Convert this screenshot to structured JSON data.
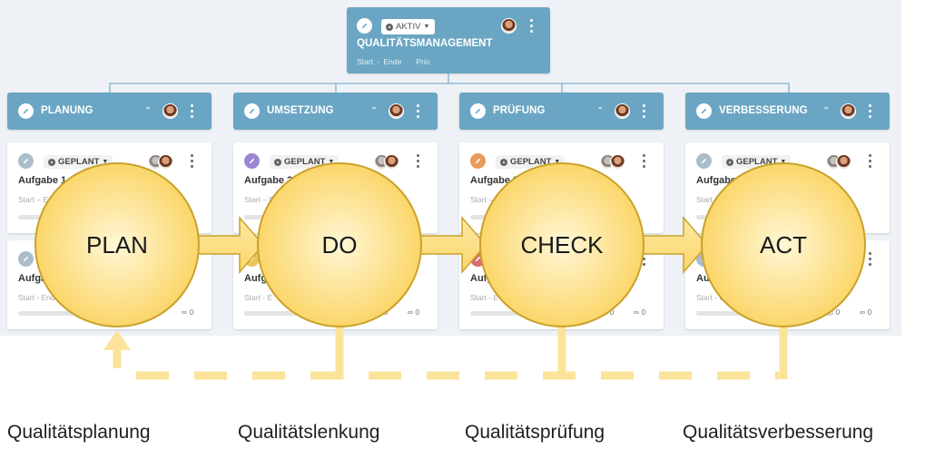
{
  "root": {
    "status": "AKTIV",
    "title": "QUALITÄTSMANAGEMENT",
    "meta_start": "Start - Ende",
    "meta_prio": "Prio"
  },
  "columns": [
    {
      "title": "PLANUNG",
      "card1": {
        "status": "GEPLANT",
        "title": "Aufgabe 1",
        "meta": "Start – E",
        "pencil_color": "#aabdcb"
      },
      "card2": {
        "title": "Aufga",
        "meta": "Start - Ende",
        "comments": "0",
        "links": "0",
        "pencil_color": "#aabdcb"
      }
    },
    {
      "title": "UMSETZUNG",
      "card1": {
        "status": "GEPLANT",
        "title": "Aufgabe 2",
        "meta": "Start – E",
        "pencil_color": "#9c86d4"
      },
      "card2": {
        "title": "Aufga",
        "meta": "Start - E",
        "comments": "0",
        "links": "0",
        "pencil_color": "#e7c55d"
      }
    },
    {
      "title": "PRÜFUNG",
      "card1": {
        "status": "GEPLANT",
        "title": "Aufgabe 3",
        "meta": "Start – E",
        "pencil_color": "#e99b5c"
      },
      "card2": {
        "title": "Aufga",
        "meta": "Start - E",
        "comments": "0",
        "links": "0",
        "pencil_color": "#d86b6b"
      }
    },
    {
      "title": "VERBESSERUNG",
      "card1": {
        "status": "GEPLANT",
        "title": "Aufgabe",
        "meta": "Start – E",
        "pencil_color": "#aabdcb"
      },
      "card2": {
        "title": "Au",
        "meta": "Start - E",
        "comments": "0",
        "links": "0",
        "pencil_color": "#aabdcb"
      }
    }
  ],
  "pdca": {
    "fill_color": "#fbe07d",
    "stroke_color": "#c9a22a",
    "dash_color": "#fbe39a",
    "steps": [
      {
        "label": "PLAN",
        "caption": "Qualitätsplanung"
      },
      {
        "label": "DO",
        "caption": "Qualitätslenkung"
      },
      {
        "label": "CHECK",
        "caption": "Qualitätsprüfung"
      },
      {
        "label": "ACT",
        "caption": "Qualitätsverbesserung"
      }
    ]
  }
}
